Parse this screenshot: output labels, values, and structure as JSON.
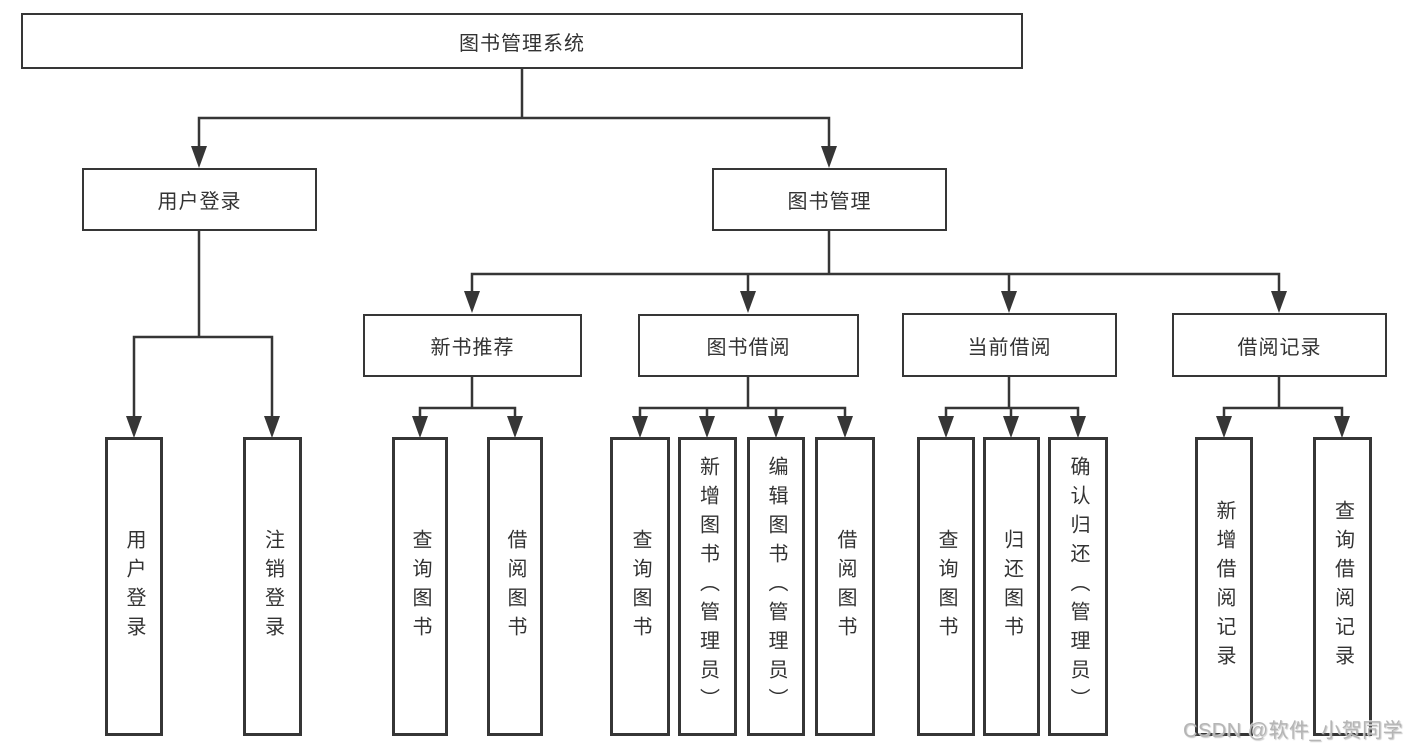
{
  "colors": {
    "line": "#363636",
    "box_border": "#363636",
    "text": "#333333",
    "background": "#ffffff",
    "watermark": "#b5b5b5"
  },
  "tree": {
    "root": {
      "label": "图书管理系统"
    },
    "branches": [
      {
        "label": "用户登录",
        "children": [
          {
            "label": "用户登录"
          },
          {
            "label": "注销登录"
          }
        ]
      },
      {
        "label": "图书管理",
        "sections": [
          {
            "label": "新书推荐",
            "children": [
              {
                "label": "查询图书"
              },
              {
                "label": "借阅图书"
              }
            ]
          },
          {
            "label": "图书借阅",
            "children": [
              {
                "label": "查询图书"
              },
              {
                "label": "新增图书（管理员）"
              },
              {
                "label": "编辑图书（管理员）"
              },
              {
                "label": "借阅图书"
              }
            ]
          },
          {
            "label": "当前借阅",
            "children": [
              {
                "label": "查询图书"
              },
              {
                "label": "归还图书"
              },
              {
                "label": "确认归还（管理员）"
              }
            ]
          },
          {
            "label": "借阅记录",
            "children": [
              {
                "label": "新增借阅记录"
              },
              {
                "label": "查询借阅记录"
              }
            ]
          }
        ]
      }
    ]
  },
  "watermark": {
    "text": "CSDN @软件_小贺同学"
  }
}
